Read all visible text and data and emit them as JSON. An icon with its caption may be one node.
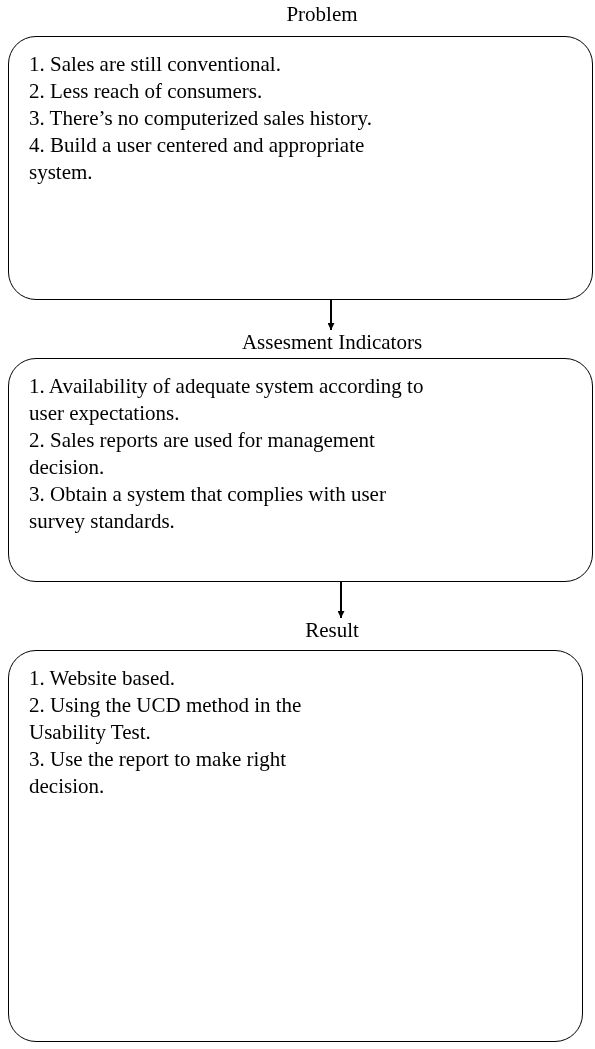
{
  "diagram": {
    "nodes": [
      {
        "text": [
          "Problem",
          "1. Sales are still conventional.",
          "2. Less reach of consumers.",
          "3. There’s no computerized sales history.",
          "4. Build a user centered and appropriate system."
        ]
      },
      {
        "text": [
          "Assesment Indicators",
          "1. Availability of adequate system according to user expectations.",
          "2. Sales reports are used for management decision.",
          "3. Obtain a system that complies with user survey standards."
        ]
      },
      {
        "text": [
          "Result",
          "1. Website based.",
          "2. Using the UCD method in the Usability Test.",
          "3. Use the report to make right decision."
        ]
      }
    ],
    "edges": [
      {
        "from": 0,
        "to": 1,
        "arrow": "to"
      },
      {
        "from": 1,
        "to": 2,
        "arrow": "to"
      }
    ]
  }
}
